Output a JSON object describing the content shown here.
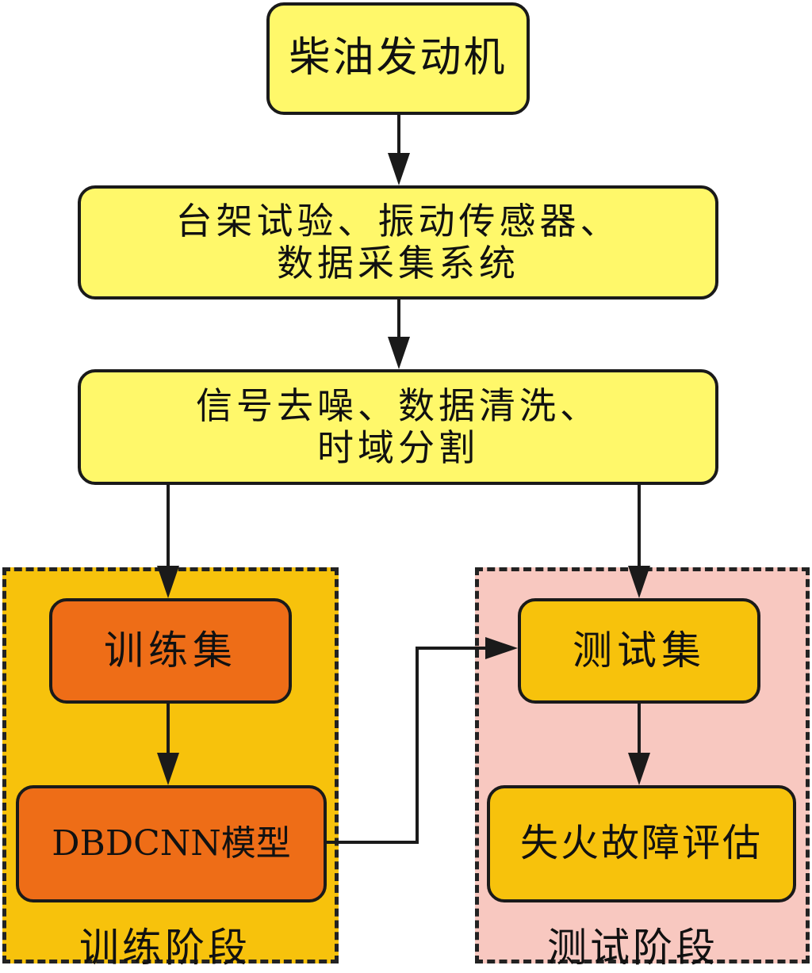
{
  "colors": {
    "stage_yellow": "#fff86a",
    "train_orange": "#ee6d17",
    "gold": "#f7c20c",
    "test_region_pink": "#f8c8c0",
    "outline": "#1a1a1a"
  },
  "nodes": {
    "engine": "柴油发动机",
    "acquisition_line1": "台架试验、振动传感器、",
    "acquisition_line2": "数据采集系统",
    "preprocess_line1": "信号去噪、数据清洗、",
    "preprocess_line2": "时域分割",
    "train_set": "训练集",
    "model": "DBDCNN模型",
    "test_set": "测试集",
    "evaluation": "失火故障评估"
  },
  "regions": {
    "train_label": "训练阶段",
    "test_label": "测试阶段"
  }
}
